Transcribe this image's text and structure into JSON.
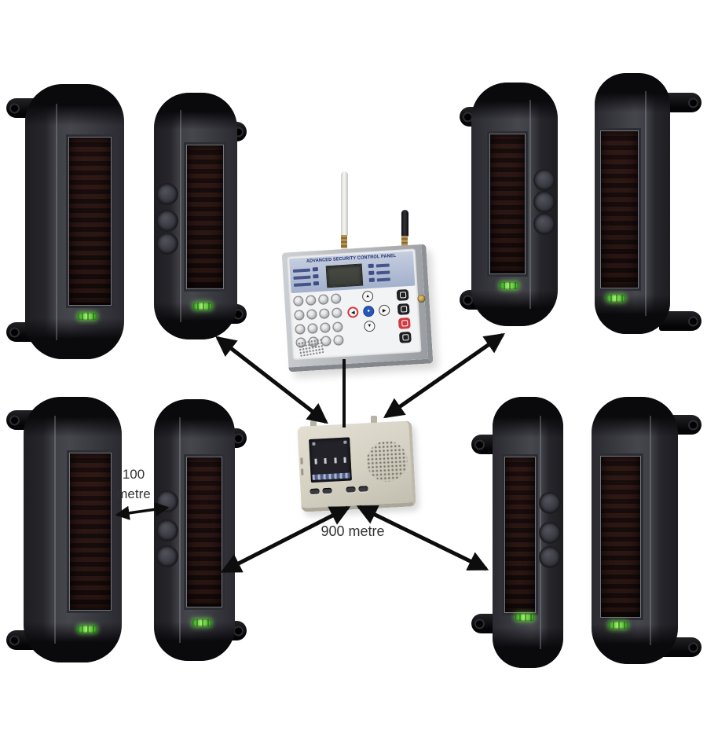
{
  "labels": {
    "short_distance": {
      "line1": "100",
      "line2": "metre"
    },
    "long_distance": "900 metre"
  },
  "control_panel": {
    "title": "ADVANCED SECURITY CONTROL PANEL"
  },
  "colors": {
    "background": "#ffffff",
    "sensor_body": "#3a3a40",
    "sensor_cap": "#0a0a0d",
    "solar_panel": "#1e1210",
    "led_green": "#66d83e",
    "panel_silver": "#b4b7bb",
    "panel_header_blue": "#aab7d0",
    "receiver_beige": "#d9d5c7",
    "arrow": "#0d0d0d",
    "white_antenna": "#eeeeec",
    "black_antenna": "#141418",
    "antenna_base_gold": "#a8884a",
    "label_text": "#333333"
  },
  "icons": {
    "antennas": [
      "white-antenna-icon",
      "black-antenna-icon"
    ],
    "panel": [
      "lcd-display",
      "keypad",
      "navigation-buttons",
      "function-buttons",
      "panel-speaker-grille",
      "keyhole-icon"
    ],
    "receiver": [
      "receiver-display",
      "receiver-buttons",
      "speaker-grille-icon"
    ],
    "sensor": [
      "solar-panel",
      "led-indicator",
      "mounting-bracket",
      "sensor-disc"
    ],
    "connections": "double-arrow-icon"
  }
}
